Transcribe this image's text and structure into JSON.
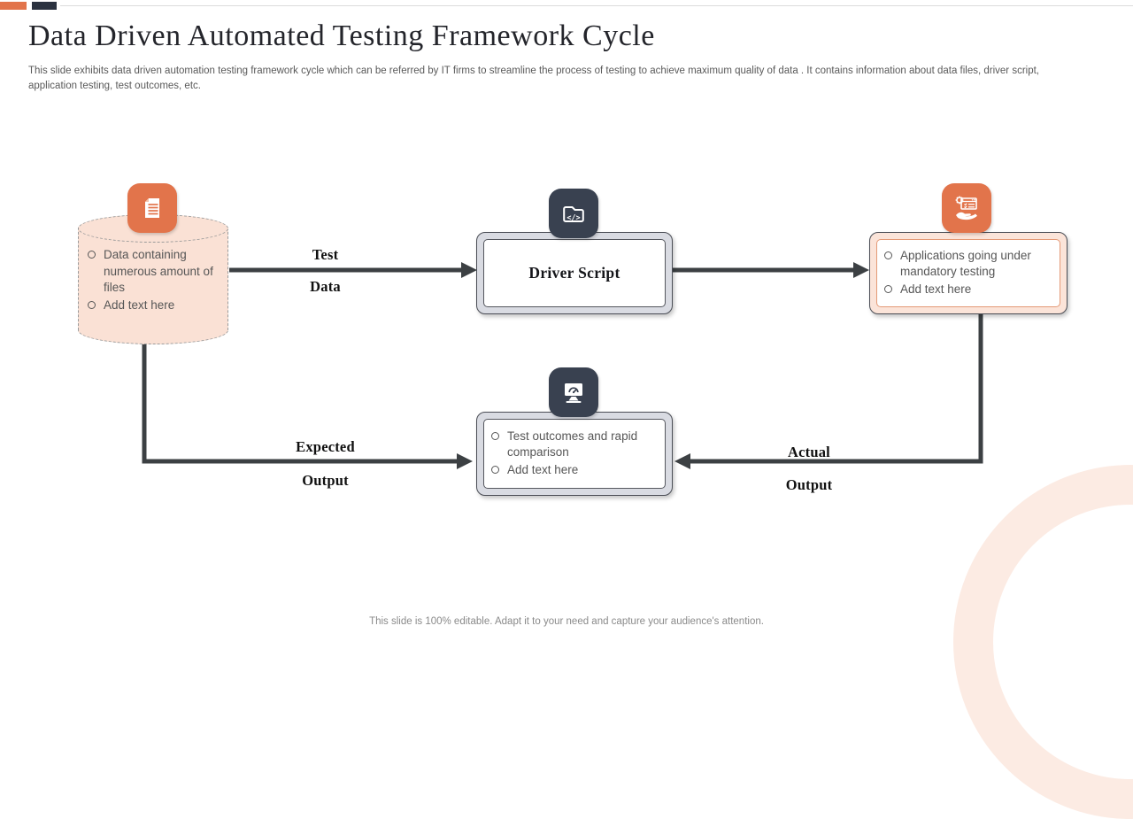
{
  "page": {
    "title": "Data Driven Automated Testing Framework Cycle",
    "subtitle": "This slide exhibits data driven automation testing framework cycle which can be referred by IT firms to streamline the process of testing to achieve maximum quality of data . It contains information about data files, driver script, application testing, test outcomes, etc.",
    "footer": "This slide is 100% editable. Adapt it to your need and capture your audience's attention."
  },
  "nodes": {
    "data_store": {
      "icon": "document-icon",
      "bullets": [
        "Data containing numerous amount of files",
        "Add text here"
      ]
    },
    "driver_script": {
      "icon": "code-folder-icon",
      "label": "Driver Script"
    },
    "applications": {
      "icon": "app-testing-icon",
      "bullets": [
        "Applications going under mandatory testing",
        "Add text here"
      ]
    },
    "outcomes": {
      "icon": "monitor-gauge-icon",
      "bullets": [
        "Test outcomes and rapid comparison",
        "Add text here"
      ]
    }
  },
  "arrow_labels": {
    "test_data": {
      "top": "Test",
      "bottom": "Data"
    },
    "expected_output": {
      "top": "Expected",
      "bottom": "Output"
    },
    "actual_output": {
      "top": "Actual",
      "bottom": "Output"
    }
  },
  "colors": {
    "accent_orange": "#e2744b",
    "dark_slate": "#394150",
    "peach_fill": "#fae1d5",
    "peach_box_fill": "#fbe4d9",
    "gray_box_fill": "#d9dbe2",
    "arrow": "#3c4043",
    "ring": "#fcebe3",
    "title_text": "#24252b",
    "body_text": "#565656"
  }
}
